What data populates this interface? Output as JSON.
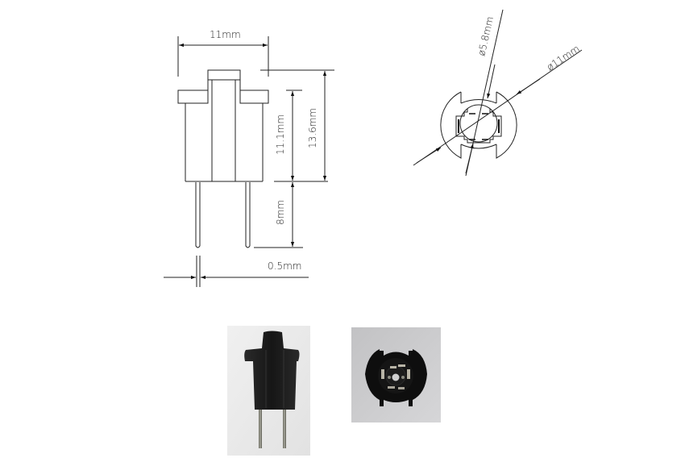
{
  "drawing": {
    "side_view": {
      "width_label": "11mm",
      "body_height_label": "11.1mm",
      "total_height_label": "13.6mm",
      "pin_length_label": "8mm",
      "pin_thickness_label": "0.5mm"
    },
    "top_view": {
      "inner_diameter_label": "ø5.8mm",
      "outer_diameter_label": "ø11mm"
    }
  },
  "photos": {
    "side_photo": {
      "caption": "",
      "background": "#ebebeb",
      "body_color": "#1a1a1a",
      "pin_color": "#8a8a80"
    },
    "top_photo": {
      "caption": "",
      "background": "#c9c9cb",
      "body_color": "#0e0e0e",
      "contact_color": "#b8b4a6"
    }
  },
  "colors": {
    "line": "#222222",
    "background": "#ffffff"
  }
}
